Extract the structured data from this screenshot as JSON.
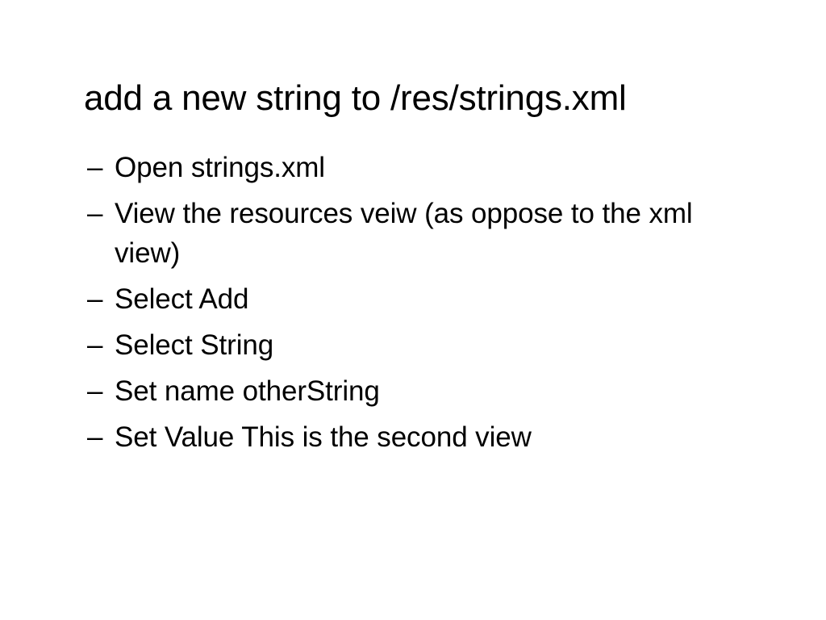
{
  "slide": {
    "background_color": "#ffffff",
    "text_color": "#000000",
    "title": "add a new string to /res/strings.xml",
    "bullet_marker": "–",
    "bullets": [
      {
        "text": "Open strings.xml"
      },
      {
        "text": "View the resources veiw (as oppose to the xml view)"
      },
      {
        "text": "Select Add"
      },
      {
        "text": "Select String"
      },
      {
        "text": "Set name otherString"
      },
      {
        "text": "Set Value This is the second view"
      }
    ]
  }
}
